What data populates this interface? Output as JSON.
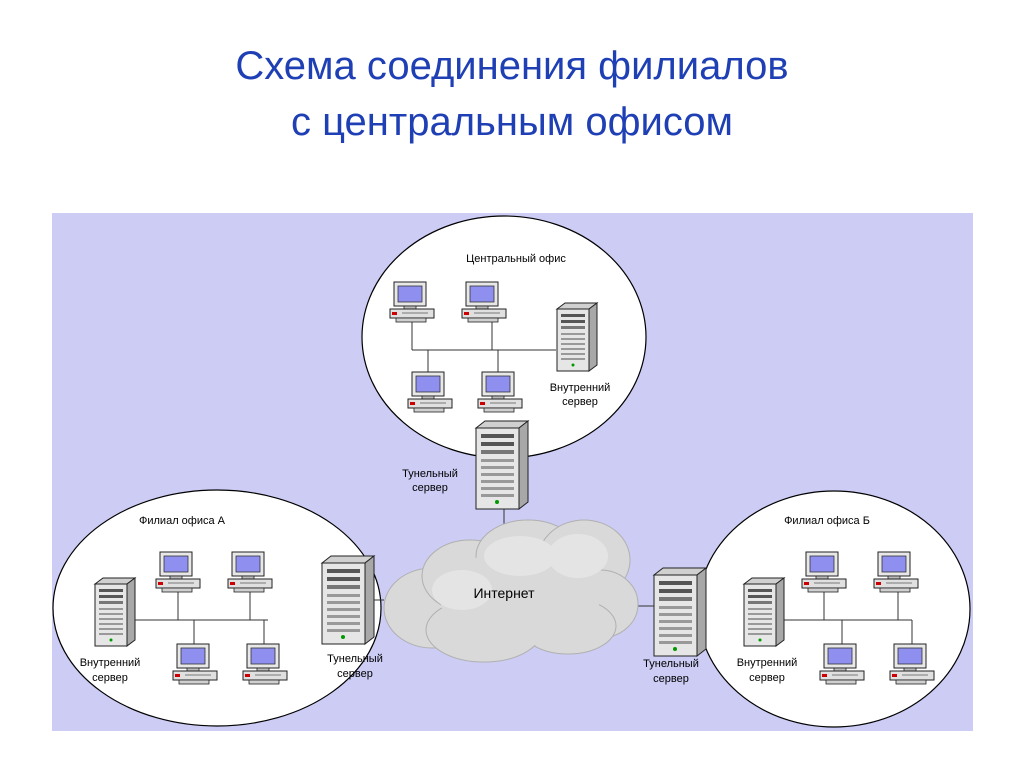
{
  "title": {
    "line1": "Схема соединения филиалов",
    "line2": "с центральным офисом"
  },
  "central_office": {
    "label": "Центральный офис",
    "internal_server_line1": "Внутренний",
    "internal_server_line2": "сервер"
  },
  "central_tunnel": {
    "line1": "Тунельный",
    "line2": "сервер"
  },
  "branch_a": {
    "label": "Филиал офиса А",
    "internal_server_line1": "Внутренний",
    "internal_server_line2": "сервер",
    "tunnel_line1": "Тунельный",
    "tunnel_line2": "сервер"
  },
  "branch_b": {
    "label": "Филиал офиса Б",
    "internal_server_line1": "Внутренний",
    "internal_server_line2": "сервер",
    "tunnel_line1": "Тунельный",
    "tunnel_line2": "сервер"
  },
  "cloud": {
    "label": "Интернет"
  },
  "colors": {
    "title": "#1f3fb5",
    "panel": "#ccccf4",
    "screen": "#8f8ff0",
    "device": "#e8e8e8",
    "cloud": "#d9d9d9"
  }
}
